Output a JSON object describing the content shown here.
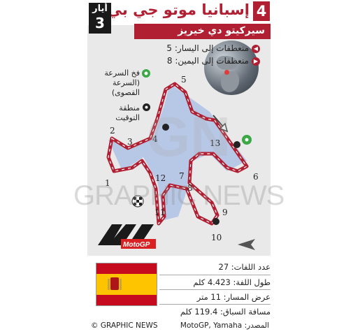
{
  "header": {
    "round": "4",
    "title": "إسبانيا موتو جي بي",
    "date_month": "أيار",
    "date_day": "3",
    "subtitle": "سيركيتو دي خيريز"
  },
  "turns": {
    "left": "منعطفات إلى اليسار: 5",
    "right": "منعطفات إلى اليمين: 8"
  },
  "legend": {
    "speed_trap": "فخ السرعة (السرعة القصوى)",
    "timing": "منطقة التوقيت"
  },
  "corner_numbers": [
    "1",
    "2",
    "3",
    "4",
    "5",
    "6",
    "7",
    "8",
    "9",
    "10",
    "11",
    "12",
    "13"
  ],
  "watermark": "GRAPHIC NEWS",
  "stats": {
    "laps": "عدد اللفات: 27",
    "lap_length": "طول اللفة: 4.423 كلم",
    "track_width": "عرض المسار: 11 متر",
    "race_distance": "مسافة السباق: 119.4 كلم"
  },
  "footer": {
    "copyright": "© GRAPHIC NEWS",
    "source": "المصدر: MotoGP, Yamaha"
  },
  "logo": {
    "text": "MotoGP"
  },
  "colors": {
    "accent": "#b01f32",
    "track_fill": "#b7c7e6",
    "map_bg": "#e9e9e9",
    "flag_red": "#c60b1e",
    "flag_yellow": "#ffc400",
    "speed_icon": "#3aa845"
  }
}
